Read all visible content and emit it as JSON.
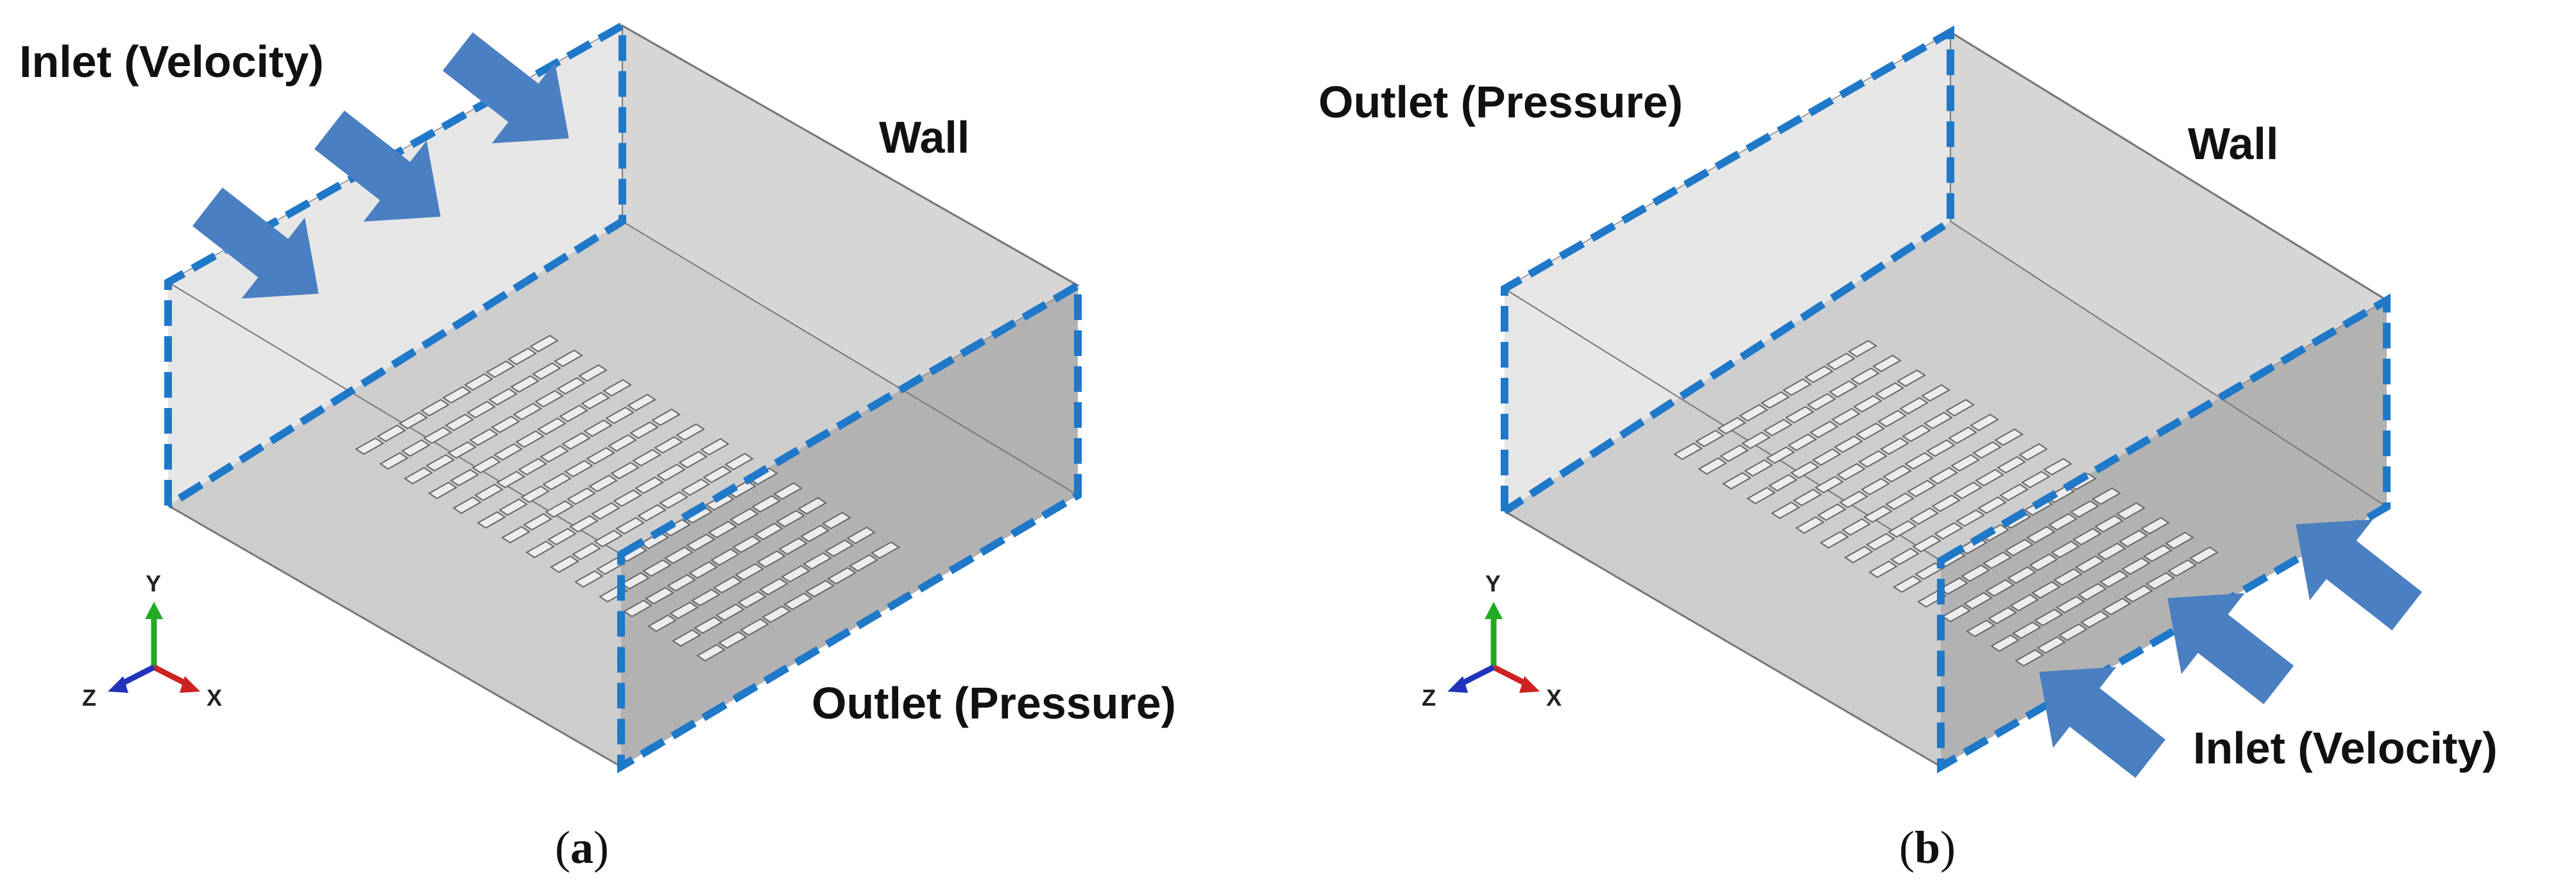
{
  "panels": [
    {
      "id": "a",
      "caption_open": "(",
      "caption_letter": "a",
      "caption_close": ")",
      "labels": {
        "inlet": "Inlet (Velocity)",
        "wall": "Wall",
        "outlet": "Outlet (Pressure)"
      },
      "axes": {
        "y": "Y",
        "z": "Z",
        "x": "X"
      }
    },
    {
      "id": "b",
      "caption_open": "(",
      "caption_letter": "b",
      "caption_close": ")",
      "labels": {
        "outlet": "Outlet (Pressure)",
        "wall": "Wall",
        "inlet": "Inlet (Velocity)"
      },
      "axes": {
        "y": "Y",
        "z": "Z",
        "x": "X"
      }
    }
  ],
  "colors": {
    "boundary_dash": "#1f78c8",
    "arrow_fill": "#4a7fc1",
    "back_wall": "#d6d6d6",
    "left_wall": "#e6e6e6",
    "floor": "#cdcdcd",
    "right_wall": "#b2b2b2",
    "axis_y": "#22aa22",
    "axis_x": "#cc2222",
    "axis_z": "#2233bb"
  },
  "icons": {
    "flow_arrow": "block-arrow-icon",
    "triad": "axis-triad-icon"
  }
}
